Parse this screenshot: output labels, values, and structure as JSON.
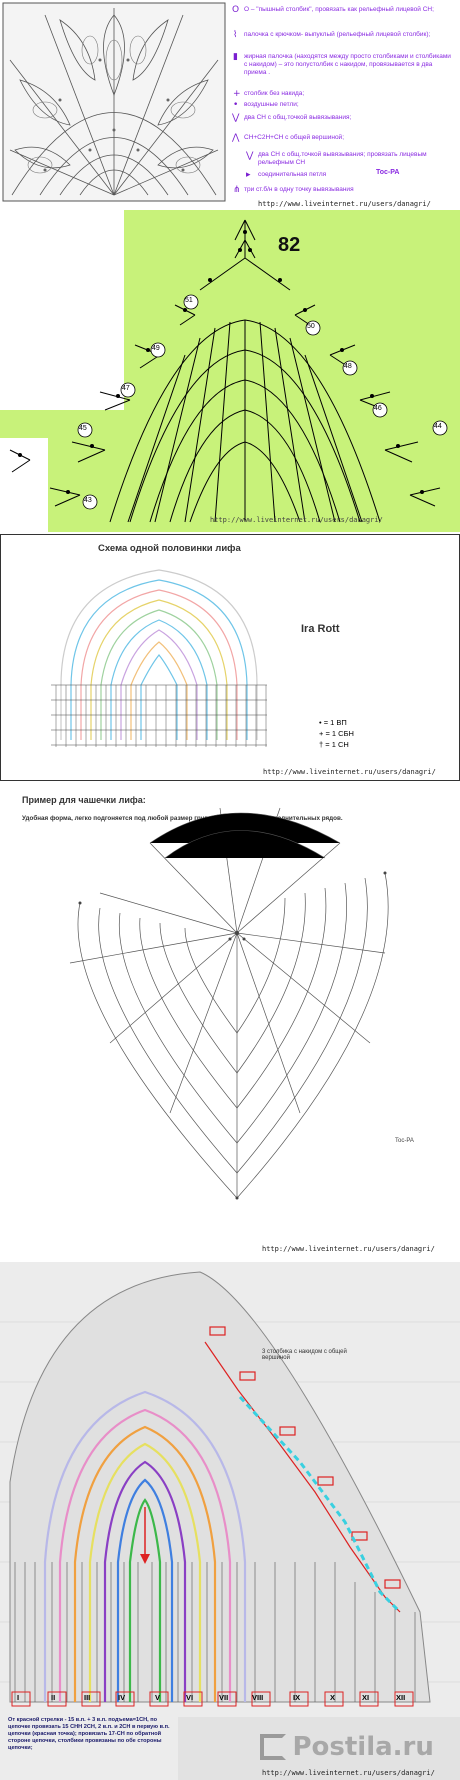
{
  "panel1": {
    "legend": [
      {
        "icon": "ring-icon",
        "glyph": "O",
        "text": "О – \"пышный столбик\", провязать как рельефный лицевой СН;"
      },
      {
        "icon": "post-icon",
        "glyph": "⌇",
        "text": "палочка с крючком- выпуклый (рельефный лицевой столбик);"
      },
      {
        "icon": "bar-icon",
        "glyph": "▮",
        "text": "жирная палочка (находятся между просто столбиками и столбиками с накидом) – это полустолбик с накидом, провязывается в два приема ."
      },
      {
        "icon": "plus-icon",
        "glyph": "+",
        "text": "столбик без накида;"
      },
      {
        "icon": "dot-icon",
        "glyph": "•",
        "text": "воздушные петли;"
      },
      {
        "icon": "v-icon",
        "glyph": "⋁",
        "text": "два СН с общ.точкой вывязывания;"
      },
      {
        "icon": "cluster-icon",
        "glyph": "⋀",
        "text": "СН+С2Н+СН с общей вершиной;"
      },
      {
        "icon": "v2-icon",
        "glyph": "⋁",
        "text": "два СН с общ.точкой вывязывания; провязать лицевым рельефным СН"
      },
      {
        "icon": "slip-icon",
        "glyph": "▸",
        "text": "соединительная петля"
      },
      {
        "icon": "fan-icon",
        "glyph": "⋔",
        "text": "три ст.б/н в одну точку вывязывания"
      }
    ],
    "author_tag": "Toс-PA",
    "url": "http://www.liveinternet.ru/users/danagri/"
  },
  "panel2": {
    "number": "82",
    "row_labels": [
      "51",
      "50",
      "49",
      "48",
      "47",
      "46",
      "45",
      "44",
      "43"
    ],
    "url": "http://www.liveinternet.ru/users/danagri/"
  },
  "panel3": {
    "title": "Схема одной половинки лифа",
    "author": "Ira Rott",
    "legend": [
      "• = 1 ВП",
      "+ = 1 СБН",
      "† = 1 СН"
    ],
    "url": "http://www.liveinternet.ru/users/danagri/"
  },
  "panel4": {
    "title": "Пример для чашечки лифа:",
    "subtitle": "Удобная форма, легко подгоняется под любой размер груди провязыванием дополнительных рядов.",
    "author_tag": "Toс-PA",
    "url": "http://www.liveinternet.ru/users/danagri/"
  },
  "panel5": {
    "callout": "3 столбика с накидом с общей вершиной",
    "caption": "От красной стрелки - 15 в.п. + 3 в.п. подъема=1СН, по цепочке провязать 15 СНН 2СН, 2 в.п. и 2СН в первую в.п. цепочки (красная точка); провязать 17-СН по обратной стороне цепочки, столбики провязаны по обе стороны цепочки;",
    "bottom_labels": [
      "I",
      "II",
      "III",
      "IV",
      "V",
      "VI",
      "VII",
      "VIII",
      "IX",
      "X",
      "XI",
      "XII"
    ],
    "url": "http://www.liveinternet.ru/users/danagri/",
    "watermark": "Postila.ru"
  }
}
